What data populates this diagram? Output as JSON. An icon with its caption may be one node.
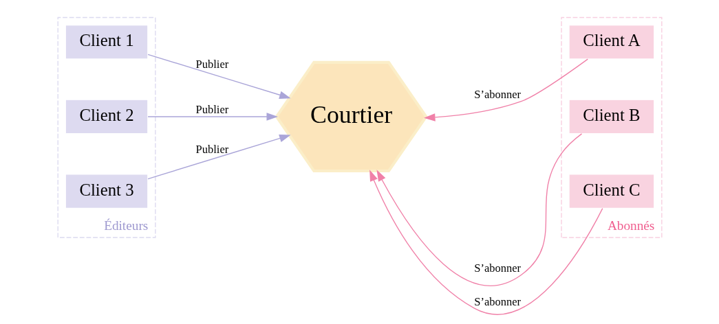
{
  "diagram": {
    "nodes": [
      {
        "text": [
          "Éditeurs"
        ]
      },
      {
        "text": [
          "Client 1"
        ],
        "in": 0
      },
      {
        "text": [
          "Client 2"
        ],
        "in": 0
      },
      {
        "text": [
          "Client 3"
        ],
        "in": 0
      },
      {
        "text": [
          "Courtier"
        ]
      },
      {
        "text": [
          "Abonnés"
        ]
      },
      {
        "text": [
          "Client A"
        ],
        "in": 5
      },
      {
        "text": [
          "Client B"
        ],
        "in": 5
      },
      {
        "text": [
          "Client C"
        ],
        "in": 5
      }
    ],
    "edges": [
      {
        "from": 1,
        "to": 4,
        "arrow": "to",
        "label": "Publier",
        "color": "#aaa5d8"
      },
      {
        "from": 2,
        "to": 4,
        "arrow": "to",
        "label": "Publier",
        "color": "#aaa5d8"
      },
      {
        "from": 3,
        "to": 4,
        "arrow": "to",
        "label": "Publier",
        "color": "#aaa5d8"
      },
      {
        "from": 6,
        "to": 4,
        "arrow": "to",
        "label": "S’abonner",
        "color": "#f080a8"
      },
      {
        "from": 7,
        "to": 4,
        "arrow": "to",
        "label": "S’abonner",
        "color": "#f080a8"
      },
      {
        "from": 8,
        "to": 4,
        "arrow": "to",
        "label": "S’abonner",
        "color": "#f080a8"
      }
    ]
  }
}
